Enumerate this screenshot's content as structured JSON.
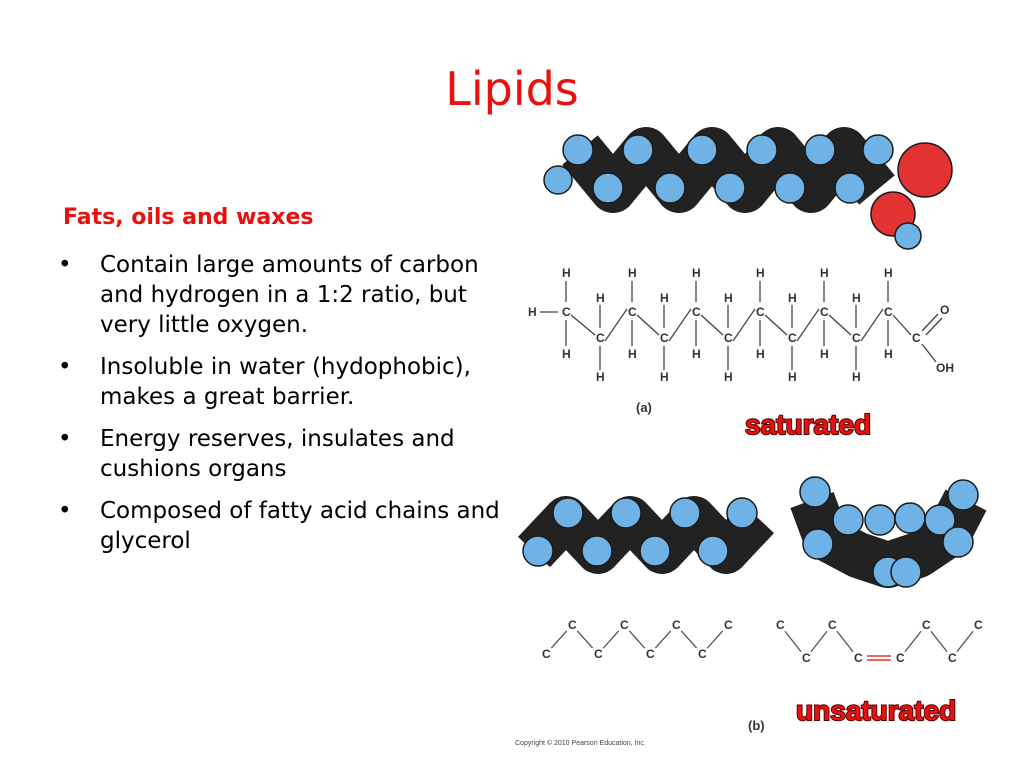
{
  "slide": {
    "title": "Lipids",
    "subheading": "Fats, oils and waxes",
    "bullets": [
      "Contain large amounts of carbon and hydrogen in a 1:2 ratio, but very little oxygen.",
      "Insoluble in water (hydophobic), makes a great barrier.",
      "Energy reserves, insulates and cushions organs",
      "Composed of fatty acid chains and glycerol"
    ],
    "bullet_glyph": "•"
  },
  "figure": {
    "label_a": "(a)",
    "label_b": "(b)",
    "tag_saturated": "saturated",
    "tag_unsaturated": "unsaturated",
    "copyright": "Copyright © 2010 Pearson Education, Inc.",
    "atoms": {
      "carbon": "C",
      "hydrogen": "H",
      "oxygen": "O",
      "hydroxyl": "OH"
    },
    "colors": {
      "carbon": "#222222",
      "hydrogen": "#6fb3e6",
      "oxygen": "#e23232",
      "title": "#e8110f"
    }
  }
}
